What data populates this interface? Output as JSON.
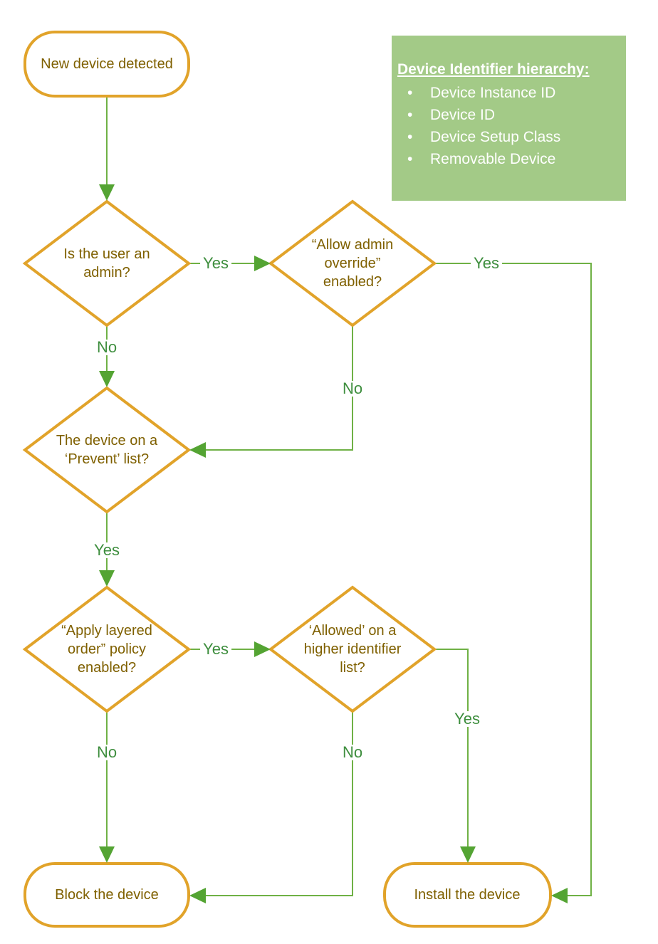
{
  "colors": {
    "node_border": "#E1A32A",
    "node_text": "#7F6000",
    "edge_line": "#6FB145",
    "arrowhead": "#54A433",
    "edge_label_text": "#3E8E3E",
    "legend_background": "#A3CA87",
    "legend_text": "#FFFFFF"
  },
  "nodes": {
    "start": {
      "label": "New device detected"
    },
    "is_admin": {
      "label": "Is the user an\nadmin?"
    },
    "allow_override": {
      "label": "“Allow admin\noverride”\nenabled?"
    },
    "prevent_list": {
      "label": "The device on a\n‘Prevent’ list?"
    },
    "layered_order": {
      "label": "“Apply layered\norder” policy\nenabled?"
    },
    "allowed_higher": {
      "label": "‘Allowed’ on a\nhigher identifier\nlist?"
    },
    "block": {
      "label": "Block the device"
    },
    "install": {
      "label": "Install the device"
    }
  },
  "edge_labels": {
    "admin_yes": "Yes",
    "admin_no": "No",
    "override_yes": "Yes",
    "override_no": "No",
    "prevent_yes": "Yes",
    "layered_yes": "Yes",
    "layered_no": "No",
    "allowed_yes": "Yes",
    "allowed_no": "No"
  },
  "legend": {
    "title": "Device Identifier hierarchy:",
    "bullet": "•",
    "items": [
      "Device Instance ID",
      "Device ID",
      "Device Setup Class",
      "Removable Device"
    ]
  }
}
